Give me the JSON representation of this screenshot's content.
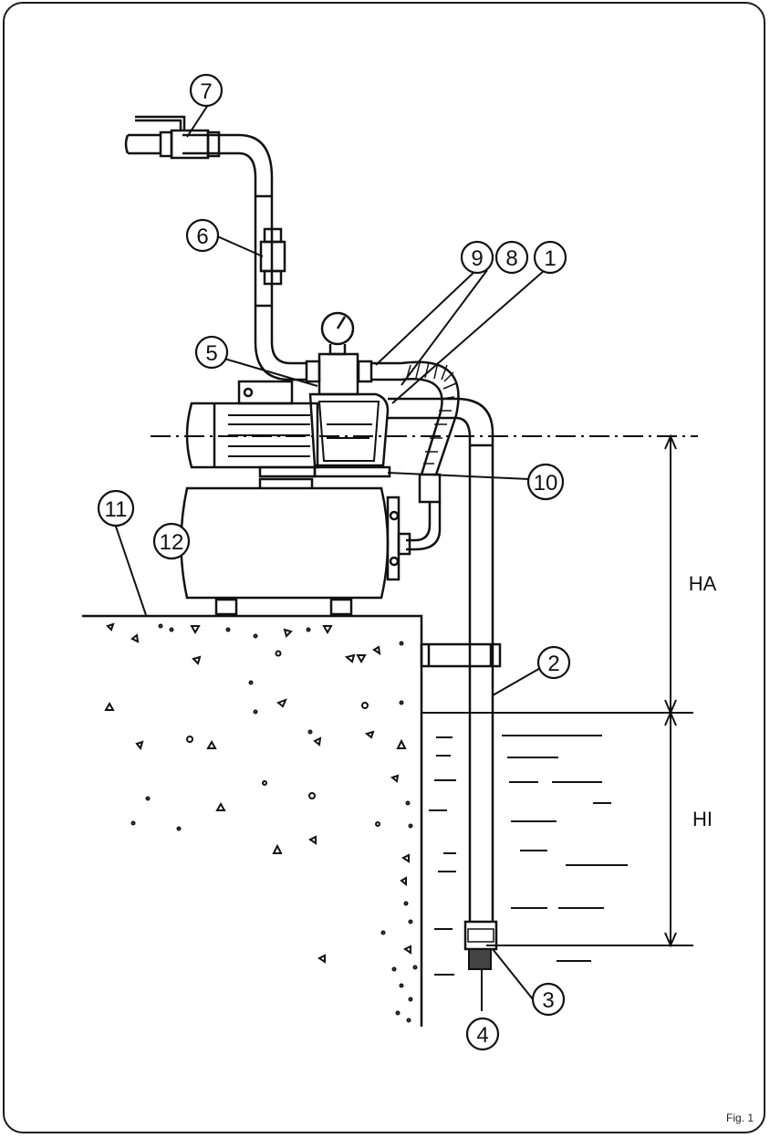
{
  "callouts": [
    {
      "id": "1",
      "label": "1"
    },
    {
      "id": "2",
      "label": "2"
    },
    {
      "id": "3",
      "label": "3"
    },
    {
      "id": "4",
      "label": "4"
    },
    {
      "id": "5",
      "label": "5"
    },
    {
      "id": "6",
      "label": "6"
    },
    {
      "id": "7",
      "label": "7"
    },
    {
      "id": "8",
      "label": "8"
    },
    {
      "id": "9",
      "label": "9"
    },
    {
      "id": "10",
      "label": "10"
    },
    {
      "id": "11",
      "label": "11"
    },
    {
      "id": "12",
      "label": "12"
    }
  ],
  "dimensions": {
    "suction_height": "HA",
    "immersion_depth": "HI"
  },
  "figure_label": "Fig. 1",
  "colors": {
    "line": "#111111",
    "background": "#ffffff"
  }
}
